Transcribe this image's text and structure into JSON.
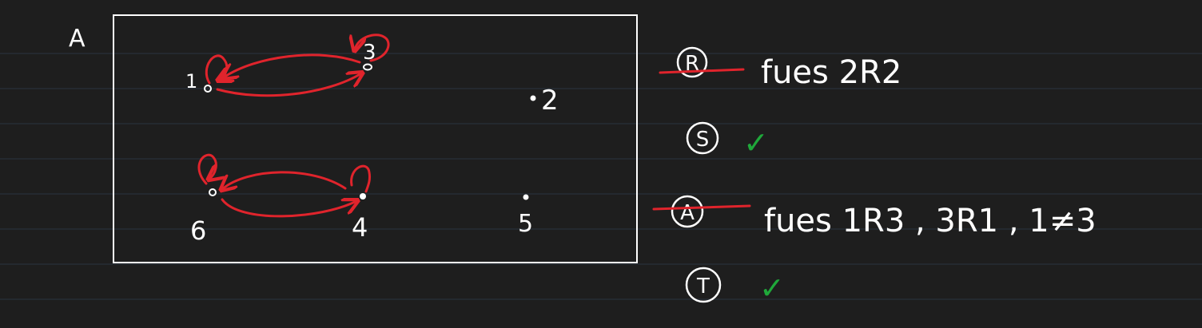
{
  "set_label": "A",
  "nodes": [
    {
      "id": "1",
      "label": "1"
    },
    {
      "id": "2",
      "label": "2"
    },
    {
      "id": "3",
      "label": "3"
    },
    {
      "id": "4",
      "label": "4"
    },
    {
      "id": "5",
      "label": "5"
    },
    {
      "id": "6",
      "label": "6"
    }
  ],
  "relation_edges": [
    {
      "from": "1",
      "to": "3"
    },
    {
      "from": "3",
      "to": "1"
    },
    {
      "from": "6",
      "to": "4"
    },
    {
      "from": "4",
      "to": "6"
    }
  ],
  "self_loops": [
    "1",
    "3",
    "6",
    "4"
  ],
  "properties": [
    {
      "symbol": "R",
      "holds": false,
      "note": "fues 2R2"
    },
    {
      "symbol": "S",
      "holds": true,
      "note": "✓"
    },
    {
      "symbol": "A",
      "holds": false,
      "note": "fues 1R3 , 3R1 , 1≠3"
    },
    {
      "symbol": "T",
      "holds": true,
      "note": "✓"
    }
  ],
  "colors": {
    "background": "#1e1e1e",
    "ruled_line": "#2b3440",
    "ink": "#ffffff",
    "relation": "#e0242c",
    "check": "#1fa83a"
  }
}
